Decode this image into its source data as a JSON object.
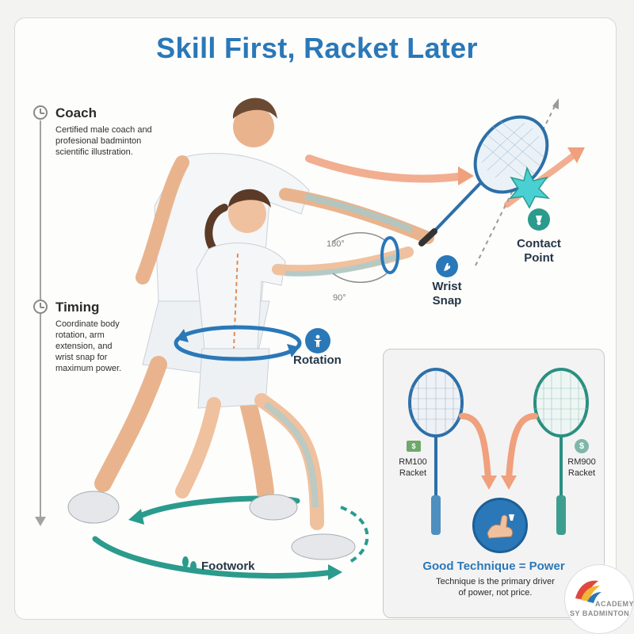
{
  "title": "Skill First, Racket Later",
  "coach": {
    "heading": "Coach",
    "text_lines": [
      "Certified male coach and",
      "profesional badminton",
      "scientific illustration."
    ]
  },
  "timing": {
    "heading": "Timing",
    "text_lines": [
      "Coordinate body",
      "rotation, arm",
      "extension, and",
      "wrist snap for",
      "maximum power."
    ]
  },
  "labels": {
    "contact_point_lines": [
      "Contact",
      "Point"
    ],
    "wrist_snap_lines": [
      "Wrist",
      "Snap"
    ],
    "rotation": "Rotation",
    "footwork": "Footwork",
    "angle_180": "180°",
    "angle_90": "90°"
  },
  "comparison": {
    "left_lines": [
      "RM100",
      "Racket"
    ],
    "right_lines": [
      "RM900",
      "Racket"
    ],
    "power_title": "Good Technique = Power",
    "power_text_lines": [
      "Technique is the primary driver",
      "of power, not price."
    ]
  },
  "logo": {
    "line1": "ACADEMY",
    "line2": "SY BADMINTON"
  },
  "icons": {
    "clock": "clock-icon",
    "shuttlecock": "shuttlecock-icon",
    "wrist": "wrist-icon",
    "rotation": "person-rotation-icon",
    "footprints": "footprints-icon",
    "money": "money-icon",
    "dollar": "dollar-icon",
    "muscle": "flexed-arm-icon"
  },
  "colors": {
    "title_blue": "#2a78b8",
    "teal": "#2a9b8c",
    "orange_arrow": "#f0a07c",
    "racket_blue": "#2d6fa8",
    "racket_green": "#2a8f80"
  }
}
